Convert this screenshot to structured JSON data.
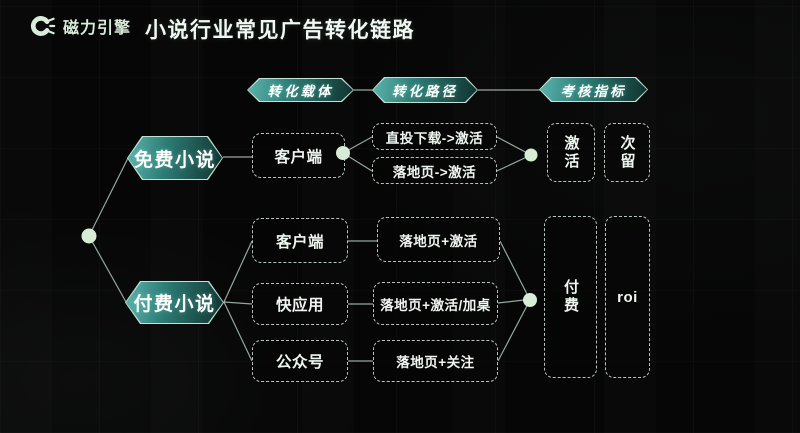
{
  "header": {
    "logo_text": "磁力引擎",
    "title": "小说行业常见广告转化链路"
  },
  "columns": [
    {
      "label": "转化载体"
    },
    {
      "label": "转化路径"
    },
    {
      "label": "考核指标"
    }
  ],
  "free": {
    "category": "免费小说",
    "carrier": "客户端",
    "paths": [
      "直投下载->激活",
      "落地页->激活"
    ],
    "metrics": [
      "激活",
      "次留"
    ]
  },
  "paid": {
    "category": "付费小说",
    "carriers": [
      "客户端",
      "快应用",
      "公众号"
    ],
    "paths": [
      "落地页+激活",
      "落地页+激活/加桌",
      "落地页+关注"
    ],
    "metrics": [
      "付费",
      "roi"
    ]
  },
  "icons": {
    "logo": "magnetic-engine-logo"
  },
  "colors": {
    "background": "#060606",
    "accent_teal_light": "#5cb4ad",
    "accent_teal_dark": "#11332f",
    "mint": "#d9ecd9",
    "line": "#b9cfc3",
    "text": "#eff5ef"
  }
}
